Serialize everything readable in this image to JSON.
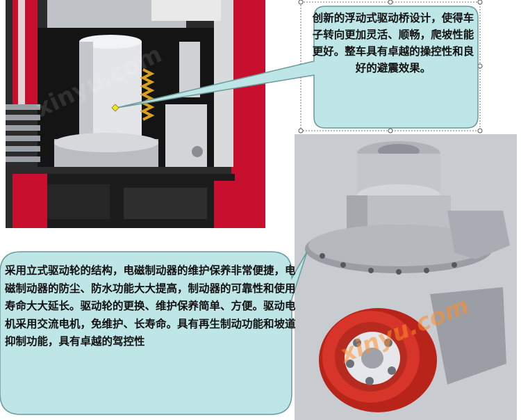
{
  "callouts": {
    "top": {
      "text": "创新的浮动式驱动桥设计，使得车子转向更加灵活、顺畅，爬坡性能更好。整车具有卓越的操控性和良好的避震效果。"
    },
    "bottom": {
      "text": "采用立式驱动轮的结构，电磁制动器的维护保养非常便捷，电磁制动器的防尘、防水功能大大提高，制动器的可靠性和使用寿命大大延长。驱动轮的更换、维护保养简单、方便。驱动电机采用交流电机，免维护、长寿命。具有再生制动功能和坡道抑制功能，具有卓越的驾控性"
    }
  },
  "watermark": {
    "text": "xinyu.com"
  },
  "colors": {
    "callout_fill": "#bfe6e6",
    "callout_stroke": "#6a9a9a",
    "frame_red": "#c8102e",
    "wheel_red": "#d4301f",
    "metal": "#c9ccd2"
  }
}
